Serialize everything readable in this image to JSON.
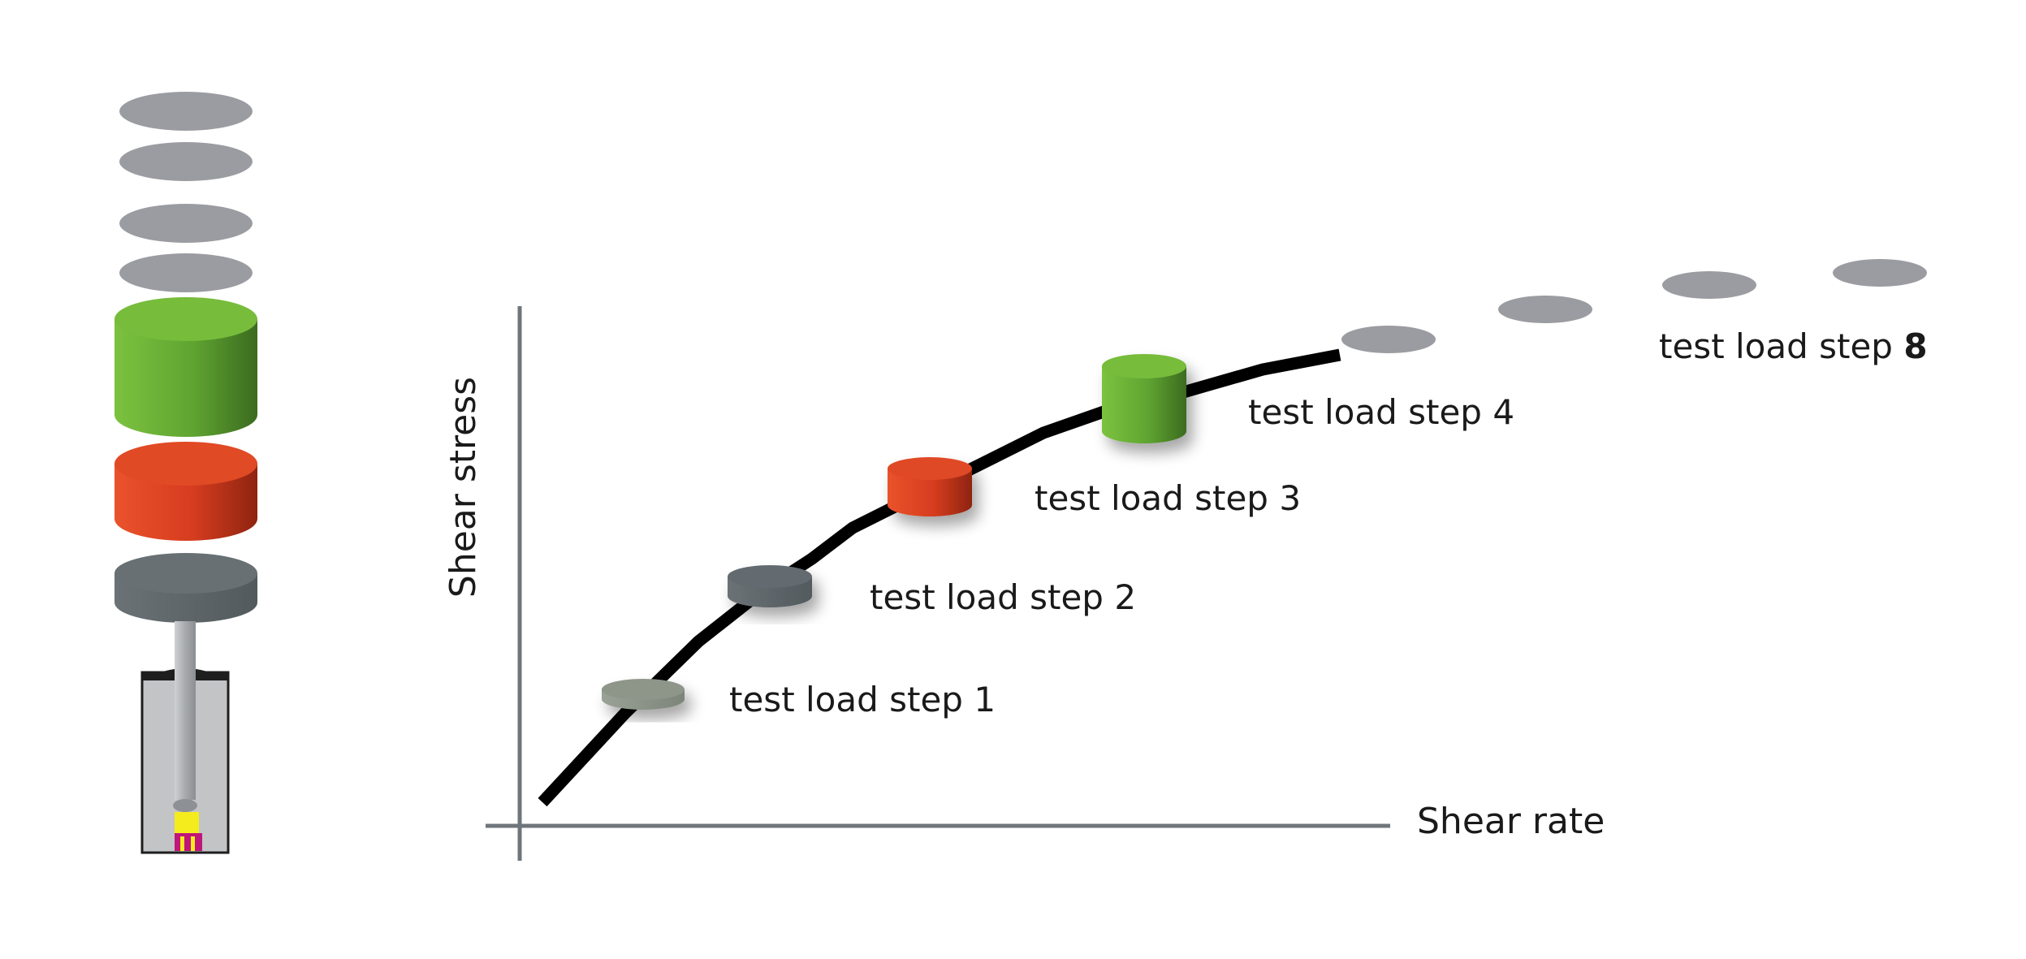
{
  "axes": {
    "y_label": "Shear stress",
    "x_label": "Shear rate"
  },
  "steps": [
    {
      "prefix": "test load step ",
      "number": "1"
    },
    {
      "prefix": "test load step ",
      "number": "2"
    },
    {
      "prefix": "test load step ",
      "number": "3"
    },
    {
      "prefix": "test load step ",
      "number": "4"
    },
    {
      "prefix": "test load step ",
      "number": "8"
    }
  ],
  "colors": {
    "gray_weight": "#9b9ca1",
    "light_weight": "#8e9589",
    "dark_weight": "#5f666a",
    "red_weight": "#d63c1f",
    "green_weight": "#5ea430",
    "axis": "#6f767b",
    "curve": "#000000",
    "piston_fluid": "#f4ec1c",
    "sample_magenta": "#c0157a"
  },
  "icons": {
    "weight_stack": "stacked-weights-icon",
    "rheometer": "rheometer-cylinder-icon"
  }
}
